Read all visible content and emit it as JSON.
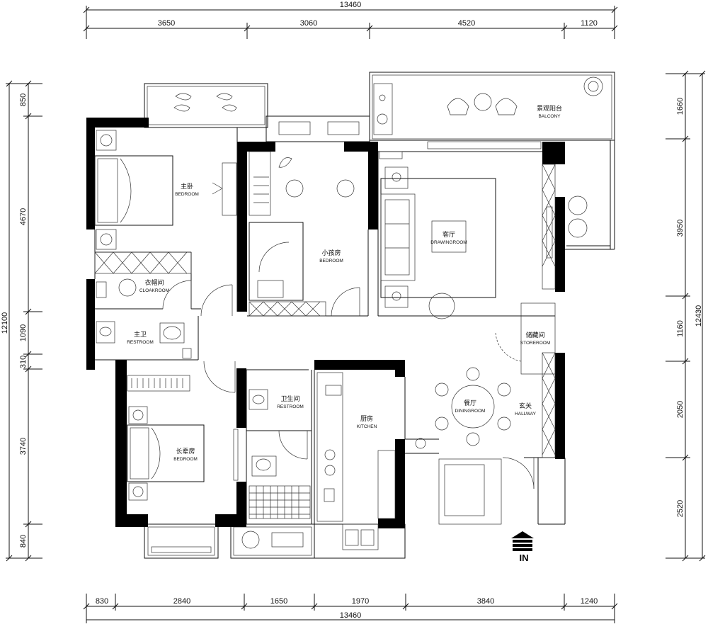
{
  "dimensions": {
    "top_total": "13460",
    "top_segments": [
      "3650",
      "3060",
      "4520",
      "1120"
    ],
    "bottom_total": "13460",
    "bottom_segments": [
      "830",
      "2840",
      "1650",
      "1970",
      "3840",
      "1240"
    ],
    "left_total": "12100",
    "left_segments": [
      "850",
      "4670",
      "1090",
      "310",
      "3740",
      "840"
    ],
    "right_total": "12430",
    "right_segments": [
      "1660",
      "3950",
      "1160",
      "2050",
      "2520"
    ]
  },
  "rooms": {
    "master_bedroom": {
      "cn": "主卧",
      "en": "BEDROOM"
    },
    "cloakroom": {
      "cn": "衣帽间",
      "en": "CLOAKROOM"
    },
    "master_restroom": {
      "cn": "主卫",
      "en": "RESTROOM"
    },
    "small_bedroom": {
      "cn": "小孩房",
      "en": "BEDROOM"
    },
    "drawing_room": {
      "cn": "客厅",
      "en": "DRAWINGROOM"
    },
    "balcony": {
      "cn": "景观阳台",
      "en": "BALCONY"
    },
    "storeroom": {
      "cn": "储藏间",
      "en": "STOREROOM"
    },
    "dining_room": {
      "cn": "餐厅",
      "en": "DININGROOM"
    },
    "hallway": {
      "cn": "玄关",
      "en": "HALLWAY"
    },
    "restroom": {
      "cn": "卫生间",
      "en": "RESTROOM"
    },
    "kitchen": {
      "cn": "厨房",
      "en": "KITCHEN"
    },
    "elder_bedroom": {
      "cn": "长辈房",
      "en": "BEDROOM"
    }
  },
  "entrance_label": "IN"
}
